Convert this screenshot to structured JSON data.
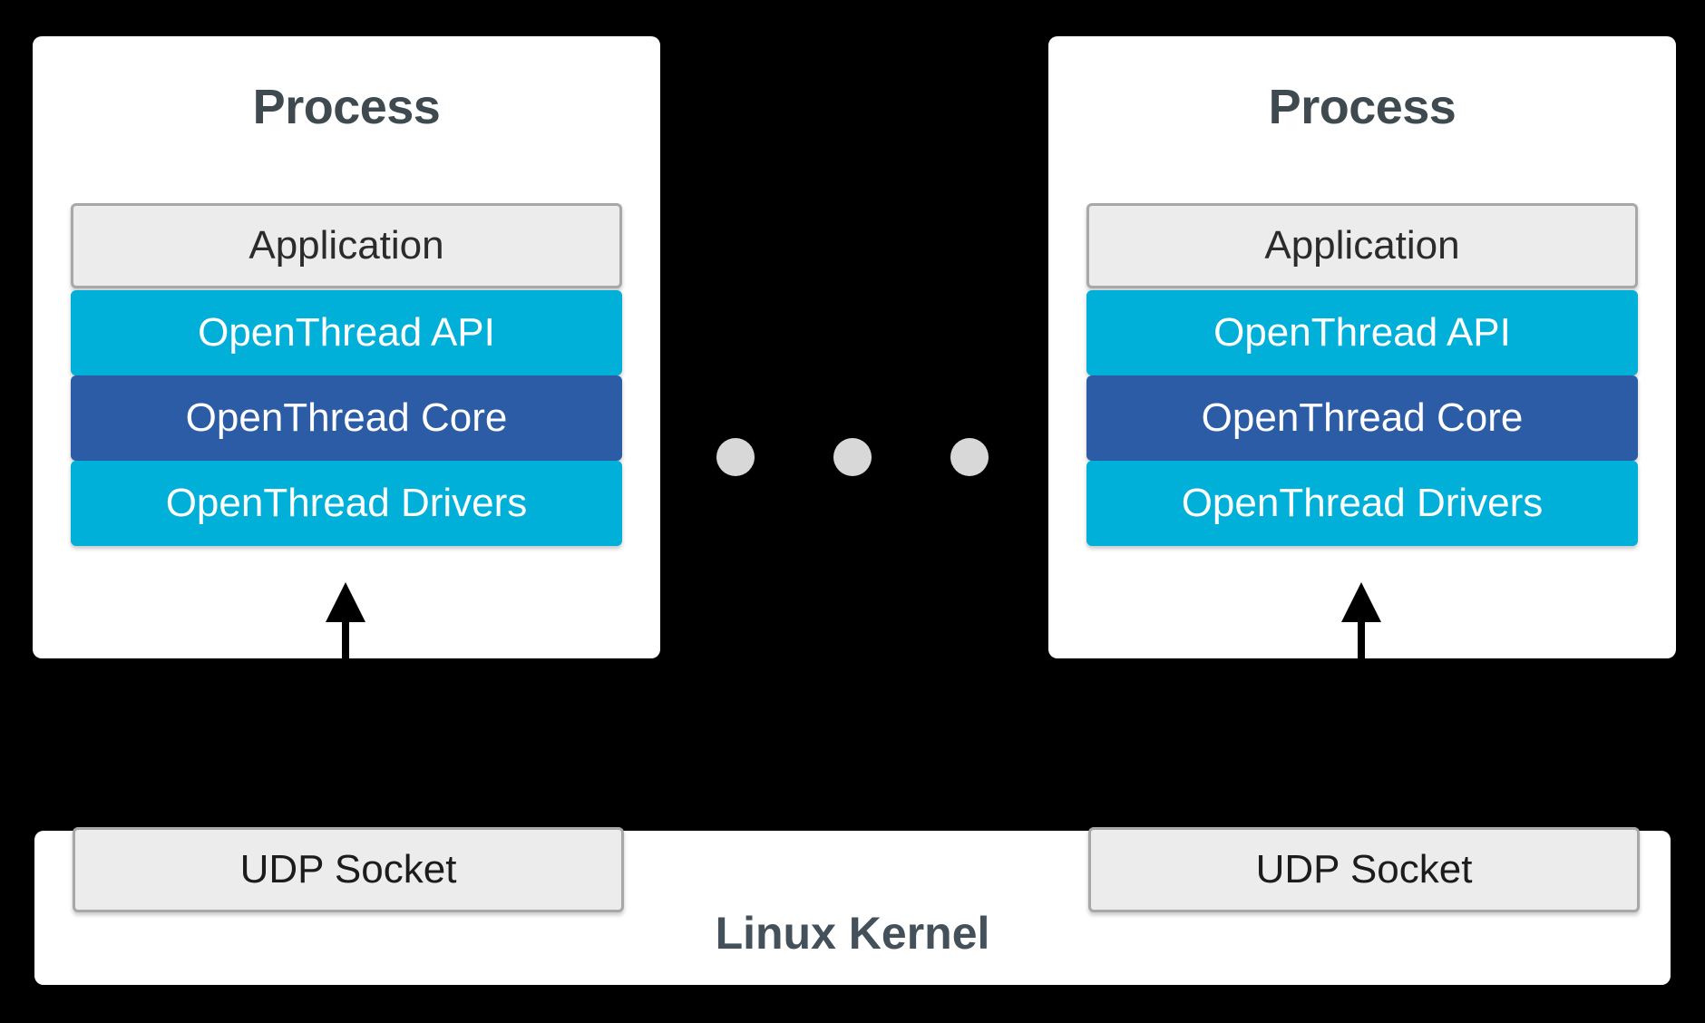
{
  "diagram": {
    "title_not_shown": "",
    "colors": {
      "background": "#000000",
      "panel": "#ffffff",
      "layer_app_fill": "#ececec",
      "layer_app_border": "#a8a8a8",
      "layer_cyan": "#00b0d8",
      "layer_navy": "#2b5ca5",
      "title_text": "#3f4a50",
      "kernel_text": "#44505a",
      "dot": "#d8d8d8",
      "arrow": "#000000"
    },
    "processes": [
      {
        "title": "Process",
        "layers": [
          {
            "label": "Application",
            "style": "app"
          },
          {
            "label": "OpenThread API",
            "style": "cyan"
          },
          {
            "label": "OpenThread Core",
            "style": "navy"
          },
          {
            "label": "OpenThread Drivers",
            "style": "cyan"
          }
        ]
      },
      {
        "title": "Process",
        "layers": [
          {
            "label": "Application",
            "style": "app"
          },
          {
            "label": "OpenThread API",
            "style": "cyan"
          },
          {
            "label": "OpenThread Core",
            "style": "navy"
          },
          {
            "label": "OpenThread Drivers",
            "style": "cyan"
          }
        ]
      }
    ],
    "ellipsis": {
      "icon": "ellipsis-dots-icon",
      "count": 3,
      "meaning": "additional processes"
    },
    "arrows": [
      {
        "icon": "arrow-up-icon",
        "from": "udp-socket-left",
        "to": "openthread-drivers-left"
      },
      {
        "icon": "arrow-up-icon",
        "from": "udp-socket-right",
        "to": "openthread-drivers-right"
      }
    ],
    "kernel": {
      "title": "Linux Kernel",
      "sockets": [
        {
          "label": "UDP Socket"
        },
        {
          "label": "UDP Socket"
        }
      ]
    }
  }
}
